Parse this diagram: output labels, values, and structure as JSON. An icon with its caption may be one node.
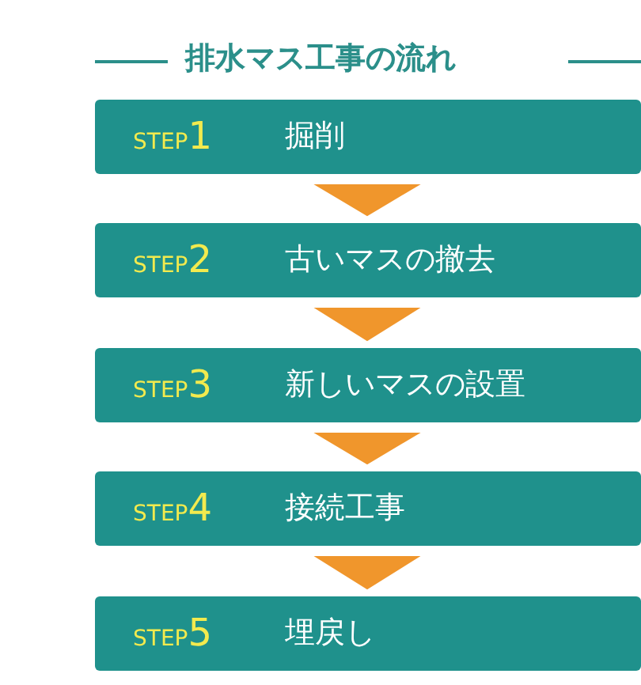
{
  "diagram": {
    "title": "排水マス工事の流れ",
    "nodes": [
      {
        "text": [
          "STEP1",
          "掘削"
        ]
      },
      {
        "text": [
          "STEP2",
          "古いマスの撤去"
        ]
      },
      {
        "text": [
          "STEP3",
          "新しいマスの設置"
        ]
      },
      {
        "text": [
          "STEP4",
          "接続工事"
        ]
      },
      {
        "text": [
          "STEP5",
          "埋戻し"
        ]
      }
    ],
    "edges": [
      {
        "from": 0,
        "to": 1,
        "arrow": "to"
      },
      {
        "from": 1,
        "to": 2,
        "arrow": "to"
      },
      {
        "from": 2,
        "to": 3,
        "arrow": "to"
      },
      {
        "from": 3,
        "to": 4,
        "arrow": "to"
      }
    ]
  }
}
